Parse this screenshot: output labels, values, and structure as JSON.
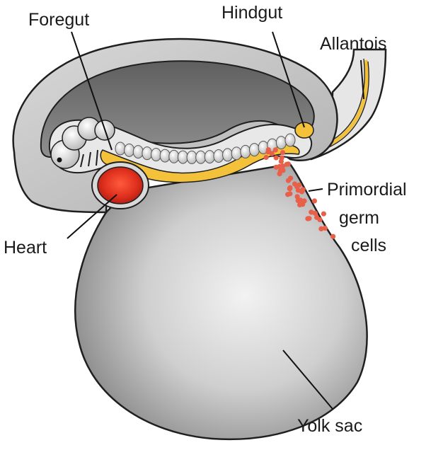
{
  "labels": {
    "foregut": "Foregut",
    "hindgut": "Hindgut",
    "allantois": "Allantois",
    "primordial_1": "Primordial",
    "primordial_2": "germ",
    "primordial_3": "cells",
    "heart": "Heart",
    "yolk_sac": "Yolk sac"
  },
  "colors": {
    "outline": "#1f1f1f",
    "gray_dark": "#6f6f6f",
    "gray_mid": "#a9a9a9",
    "gray_light": "#e9e9e9",
    "gut_yellow": "#f4c23a",
    "heart_red": "#e0301e",
    "germ_cells": "#e8604a"
  }
}
